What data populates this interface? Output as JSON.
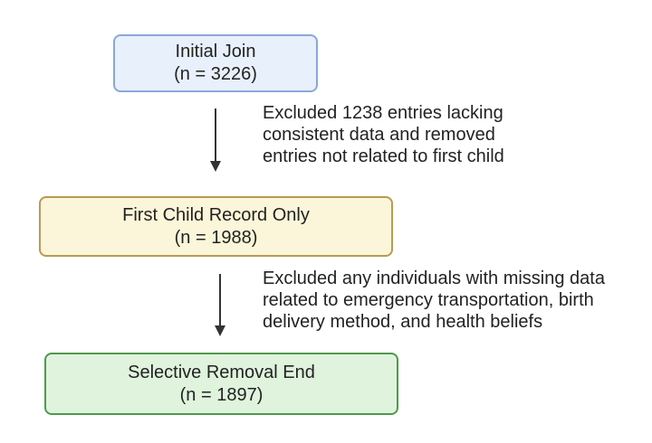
{
  "colors": {
    "box1_fill": "#e8f0fb",
    "box1_border": "#8aa7d8",
    "box2_fill": "#fbf6d9",
    "box2_border": "#b89a52",
    "box3_fill": "#dff3dd",
    "box3_border": "#4e9a4a",
    "arrow": "#333333"
  },
  "boxes": [
    {
      "title": "Initial Join",
      "count": "(n = 3226)"
    },
    {
      "title": "First Child Record Only",
      "count": "(n = 1988)"
    },
    {
      "title": "Selective Removal End",
      "count": "(n = 1897)"
    }
  ],
  "notes": [
    {
      "lines": [
        "Excluded 1238 entries lacking",
        "consistent data and removed",
        "entries not related to first child"
      ]
    },
    {
      "lines": [
        "Excluded any individuals with missing data",
        "related to emergency transportation, birth",
        "delivery method, and health beliefs"
      ]
    }
  ]
}
